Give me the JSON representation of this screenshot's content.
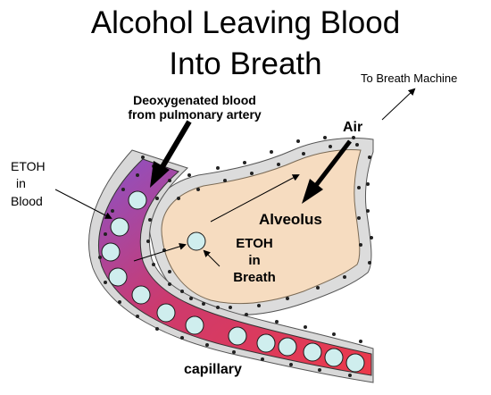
{
  "title": {
    "line1": "Alcohol Leaving Blood",
    "line2": "Into Breath"
  },
  "labels": {
    "to_breath_machine": "To Breath Machine",
    "deoxygenated_line1": "Deoxygenated blood",
    "deoxygenated_line2": "from pulmonary artery",
    "air": "Air",
    "etoh_blood_line1": "ETOH",
    "etoh_blood_line2": "in",
    "etoh_blood_line3": "Blood",
    "alveolus": "Alveolus",
    "etoh_breath_line1": "ETOH",
    "etoh_breath_line2": "in",
    "etoh_breath_line3": "Breath",
    "capillary": "capillary"
  },
  "colors": {
    "alveolus_fill": "#f6dcc0",
    "blood_start": "#8a52c8",
    "blood_mid": "#cc3a6e",
    "blood_end": "#ec3a4a",
    "cell_fill": "#cfeeee",
    "cell_stroke": "#1a1a1a",
    "membrane": "#d6d6d6",
    "text": "#000000"
  }
}
